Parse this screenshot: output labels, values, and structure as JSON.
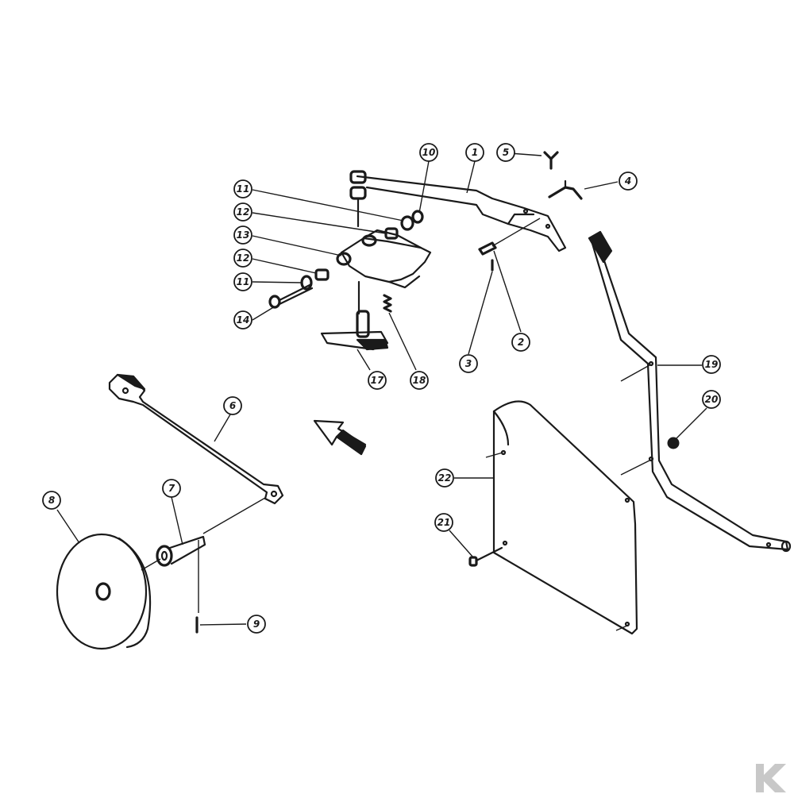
{
  "callouts": [
    {
      "id": "1",
      "label": "1"
    },
    {
      "id": "2",
      "label": "2"
    },
    {
      "id": "3",
      "label": "3"
    },
    {
      "id": "4",
      "label": "4"
    },
    {
      "id": "5",
      "label": "5"
    },
    {
      "id": "6",
      "label": "6"
    },
    {
      "id": "7",
      "label": "7"
    },
    {
      "id": "8",
      "label": "8"
    },
    {
      "id": "9",
      "label": "9"
    },
    {
      "id": "10",
      "label": "10"
    },
    {
      "id": "11a",
      "label": "11"
    },
    {
      "id": "12a",
      "label": "12"
    },
    {
      "id": "13",
      "label": "13"
    },
    {
      "id": "12b",
      "label": "12"
    },
    {
      "id": "11b",
      "label": "11"
    },
    {
      "id": "14",
      "label": "14"
    },
    {
      "id": "17",
      "label": "17"
    },
    {
      "id": "18",
      "label": "18"
    },
    {
      "id": "19",
      "label": "19"
    },
    {
      "id": "20",
      "label": "20"
    },
    {
      "id": "21",
      "label": "21"
    },
    {
      "id": "22",
      "label": "22"
    }
  ],
  "colors": {
    "ink": "#1a1a1a",
    "paper": "#ffffff",
    "logo": "#c8c8c8"
  }
}
